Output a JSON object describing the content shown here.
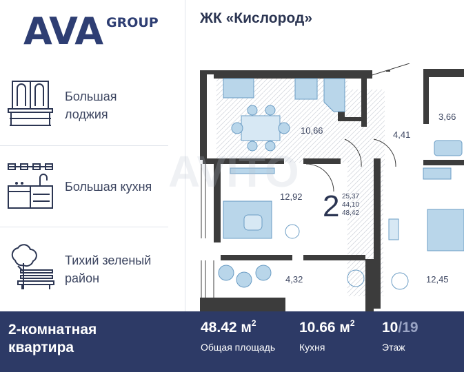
{
  "header": {
    "logo_main": "AVA",
    "logo_group": "GROUP",
    "complex_name": "ЖК «Кислород»"
  },
  "features": [
    {
      "icon": "balcony-door-icon",
      "label_line1": "Большая",
      "label_line2": "лоджия"
    },
    {
      "icon": "kitchen-icon",
      "label_line1": "Большая кухня",
      "label_line2": ""
    },
    {
      "icon": "tree-bench-icon",
      "label_line1": "Тихий зеленый",
      "label_line2": "район"
    }
  ],
  "plan": {
    "rooms_count": "2",
    "area_living": "25,37",
    "area_total_small": "44,10",
    "area_full_small": "48,42",
    "rooms": {
      "kitchen": "10,66",
      "hall": "4,41",
      "bathroom": "3,66",
      "living": "12,92",
      "bedroom": "12,45",
      "loggia": "4,32"
    },
    "watermark": "AVITO"
  },
  "footer": {
    "type_line1": "2-комнатная",
    "type_line2": "квартира",
    "total_area": "48.42 м",
    "total_area_sup": "2",
    "total_area_caption": "Общая площадь",
    "kitchen_area": "10.66 м",
    "kitchen_area_sup": "2",
    "kitchen_caption": "Кухня",
    "floor": "10",
    "floor_total": "/19",
    "floor_caption": "Этаж"
  },
  "colors": {
    "navy": "#2d3a66",
    "wall": "#3c3c3c",
    "furniture": "#b9d6ea",
    "accent": "#6a9cc4"
  }
}
